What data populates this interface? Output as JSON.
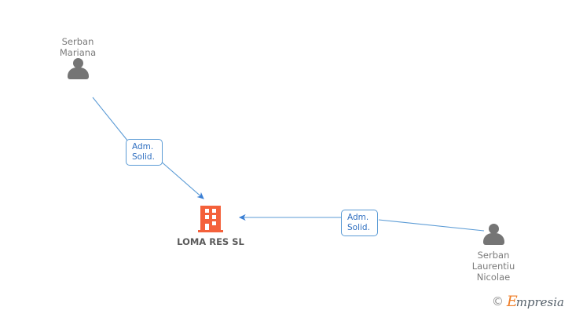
{
  "diagram": {
    "background_color": "#ffffff",
    "edge_color": "#5b9bd5",
    "company_color": "#f4613b",
    "person_color": "#757575",
    "label_text_color": "#2f6fc0",
    "nodes": {
      "person_top_left": {
        "name": "Serban\nMariana",
        "icon": "person-icon"
      },
      "company_center": {
        "name": "LOMA RES SL",
        "icon": "building-icon"
      },
      "person_bottom_right": {
        "name": "Serban\nLaurentiu\nNicolae",
        "icon": "person-icon"
      }
    },
    "edges": [
      {
        "from": "person_top_left",
        "to": "company_center",
        "label": "Adm.\nSolid."
      },
      {
        "from": "person_bottom_right",
        "to": "company_center",
        "label": "Adm.\nSolid."
      }
    ]
  },
  "watermark": {
    "copyright": "©",
    "brand_initial": "E",
    "brand_rest": "mpresia"
  }
}
